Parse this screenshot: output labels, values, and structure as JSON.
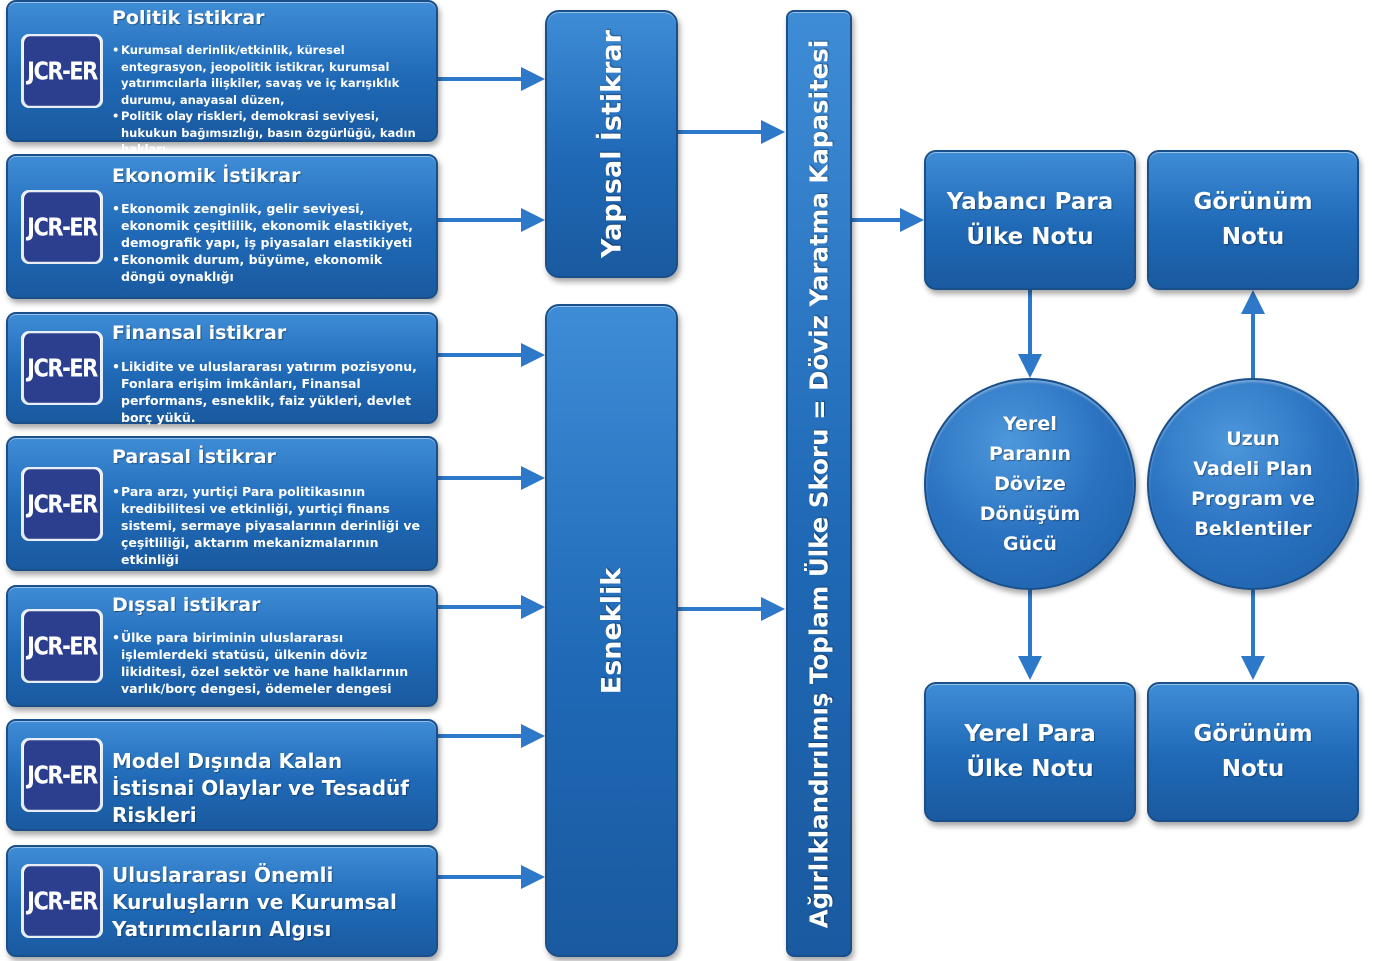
{
  "logo_text": "JCR-ER",
  "left_boxes": [
    {
      "title": "Politik istikrar",
      "bullets": [
        "Kurumsal derinlik/etkinlik, küresel entegrasyon, jeopolitik istikrar, kurumsal yatırımcılarla ilişkiler, savaş ve iç karışıklık durumu, anayasal düzen,",
        "Politik olay riskleri, demokrasi seviyesi, hukukun bağımsızlığı, basın özgürlüğü, kadın hakları"
      ]
    },
    {
      "title": "Ekonomik İstikrar",
      "bullets": [
        "Ekonomik zenginlik, gelir seviyesi, ekonomik çeşitlilik, ekonomik elastikiyet, demografik yapı, iş piyasaları elastikiyeti",
        "Ekonomik durum, büyüme, ekonomik döngü oynaklığı"
      ]
    },
    {
      "title": "Finansal istikrar",
      "bullets": [
        "Likidite ve uluslararası yatırım pozisyonu, Fonlara erişim imkânları, Finansal performans, esneklik, faiz yükleri, devlet borç yükü."
      ]
    },
    {
      "title": "Parasal İstikrar",
      "bullets": [
        "Para arzı, yurtiçi Para politikasının kredibilitesi ve etkinliği, yurtiçi finans sistemi, sermaye piyasalarının derinliği ve çeşitliliği, aktarım mekanizmalarının etkinliği"
      ]
    },
    {
      "title": "Dışsal istikrar",
      "bullets": [
        "Ülke para biriminin uluslararası işlemlerdeki statüsü, ülkenin döviz likiditesi, özel sektör ve hane halklarının varlık/borç dengesi, ödemeler dengesi"
      ]
    },
    {
      "title": "Model Dışında Kalan İstisnai Olaylar ve Tesadüf Riskleri"
    },
    {
      "title": "Uluslararası Önemli Kuruluşların ve Kurumsal Yatırımcıların Algısı"
    }
  ],
  "middle": {
    "structural": "Yapısal İstikrar",
    "flexibility": "Esneklik"
  },
  "score_bar": "Ağırlıklandırılmış Toplam Ülke Skoru = Döviz Yaratma Kapasitesi",
  "right": {
    "fc_rating": [
      "Yabancı Para",
      "Ülke Notu"
    ],
    "outlook_top": [
      "Görünüm",
      "Notu"
    ],
    "lc_conversion": [
      "Yerel",
      "Paranın",
      "Dövize",
      "Dönüşüm",
      "Gücü"
    ],
    "long_term": [
      "Uzun",
      "Vadeli Plan",
      "Program ve",
      "Beklentiler"
    ],
    "lc_rating": [
      "Yerel Para",
      "Ülke Notu"
    ],
    "outlook_bottom": [
      "Görünüm",
      "Notu"
    ]
  }
}
